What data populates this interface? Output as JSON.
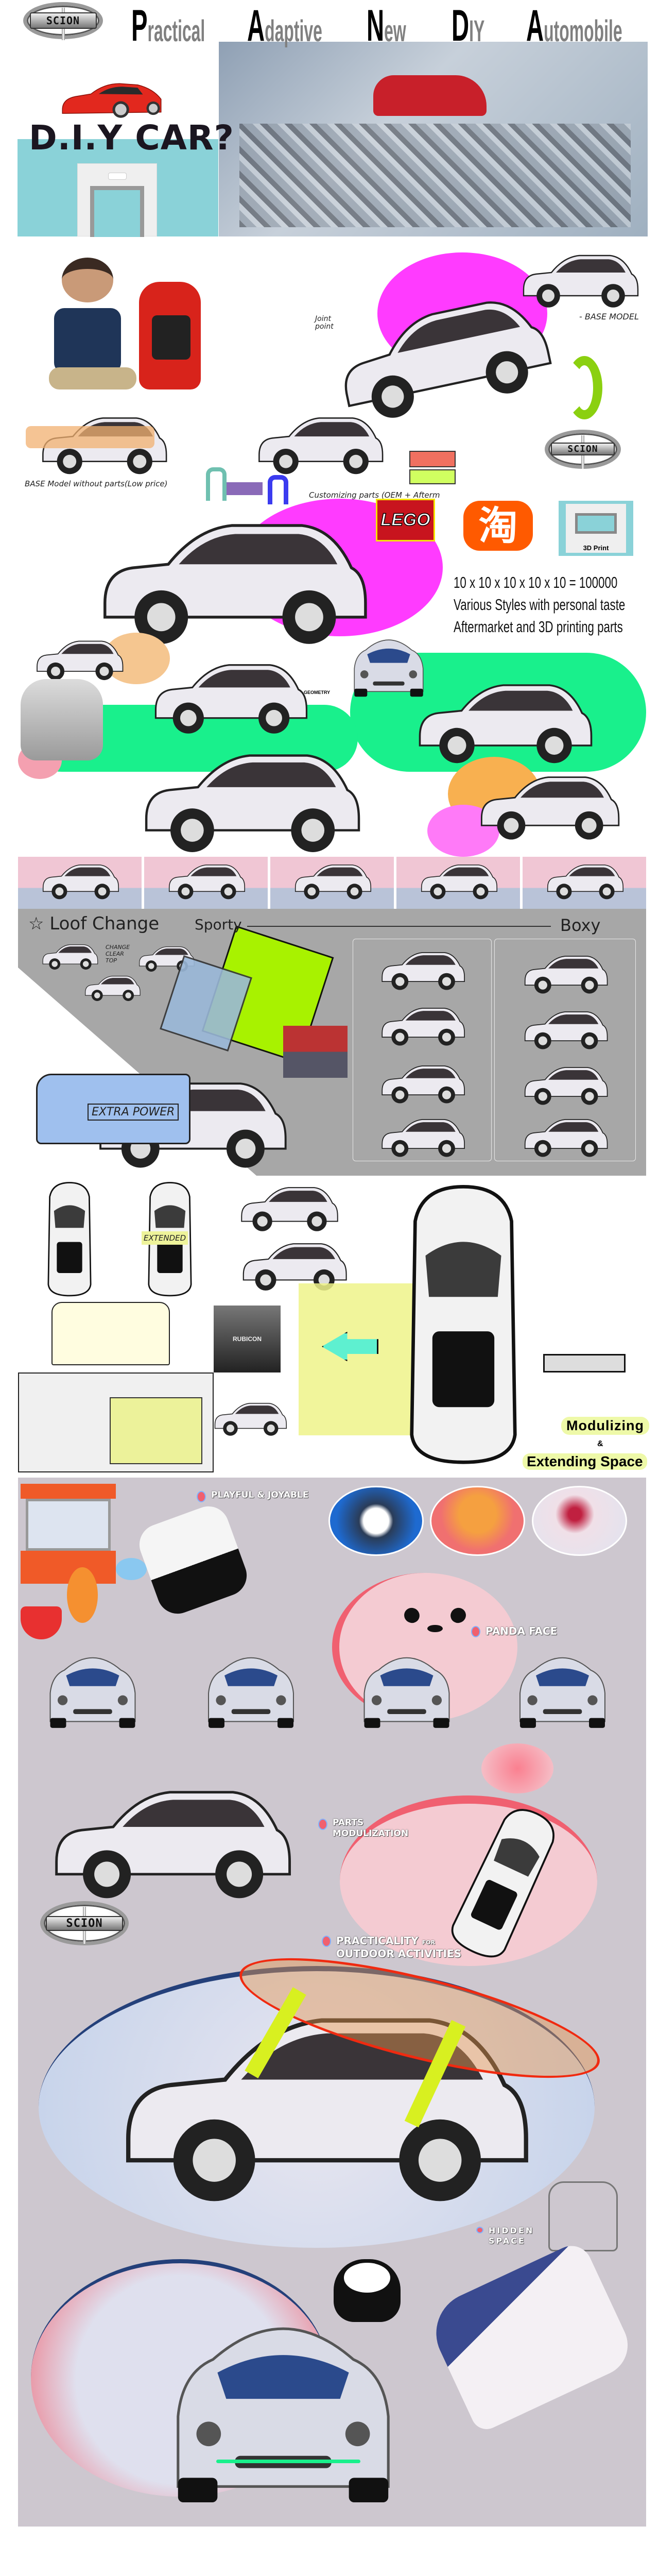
{
  "header": {
    "brand_logo_text": "SCION",
    "title_words": [
      {
        "initial": "P",
        "rest": "ractical"
      },
      {
        "initial": "A",
        "rest": "daptive"
      },
      {
        "initial": "N",
        "rest": "ew"
      },
      {
        "initial": "D",
        "rest": "IY"
      },
      {
        "initial": "A",
        "rest": "utomobile"
      }
    ]
  },
  "intro": {
    "headline": "D.I.Y CAR?",
    "printer_label": "3D Print"
  },
  "customizing": {
    "joint_point": "Joint point",
    "base_model_tag": "- BASE MODEL",
    "base_model_caption": "BASE Model without parts(Low price)",
    "customizing_caption": "Customizing parts (OEM + Afterm",
    "lego_logo": "LEGO",
    "taobao_logo": "淘",
    "print_label": "3D Print",
    "info_lines": [
      "10 x 10 x 10 x 10 x 10 = 100000",
      "Various Styles with personal taste",
      "Aftermarket and 3D printing parts"
    ],
    "sketch_badge": "GEOMETRY"
  },
  "roof": {
    "loof_change": "☆ Loof Change",
    "sporty": "Sporty",
    "boxy": "Boxy",
    "clear_top_note": "CHANGE CLEAR TOP",
    "extra_power": "EXTRA POWER"
  },
  "space": {
    "extended": "EXTENDED",
    "rubicon": "RUBICON",
    "modulizing": "Modulizing",
    "ampersand": "&",
    "extending_space": "Extending Space"
  },
  "playful": {
    "playful_tag": "PLAYFUL & JOYABLE",
    "panda_face_tag": "PANDA FACE",
    "parts_tag": [
      "PARTS",
      "MODULIZATION"
    ],
    "practicality_tag": [
      "PRACTICALITY",
      "FOR",
      "OUTDOOR ACTIVITIES"
    ],
    "hidden_tag": [
      "HIDDEN",
      "SPACE"
    ]
  },
  "colors": {
    "magenta": "#ff3bff",
    "neon_green": "#19f08c",
    "lime": "#c8f000",
    "teal": "#8ad2d8",
    "panel_grey": "#a7a7a7",
    "mood_bg": "#cdc7cf",
    "accent_pink": "#f25f6e"
  }
}
